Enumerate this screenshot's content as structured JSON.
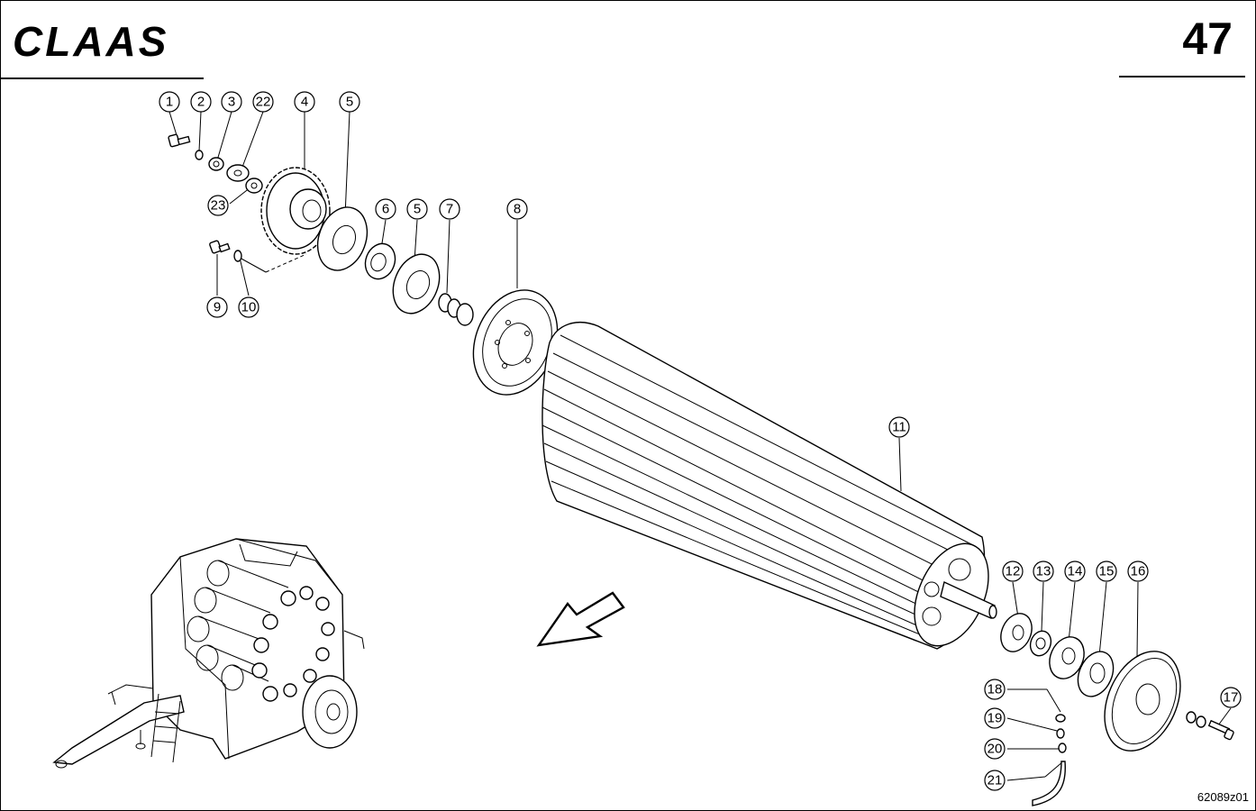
{
  "header": {
    "brand": "CLAAS",
    "page_number": "47"
  },
  "drawing_ref": "62089z01",
  "callouts": [
    "1",
    "2",
    "3",
    "22",
    "4",
    "5",
    "23",
    "6",
    "5",
    "7",
    "8",
    "9",
    "10",
    "11",
    "12",
    "13",
    "14",
    "15",
    "16",
    "17",
    "18",
    "19",
    "20",
    "21"
  ],
  "icons": [
    "claas-logo",
    "direction-arrow-icon",
    "baler-machine-icon"
  ],
  "colors": {
    "line": "#000000",
    "background": "#ffffff"
  }
}
